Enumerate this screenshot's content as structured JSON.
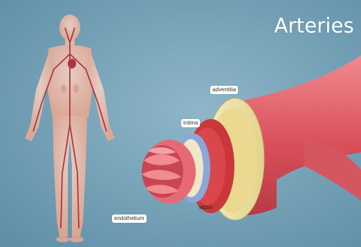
{
  "title": "Arteries",
  "labels": {
    "adventitia": "adventitia",
    "intima": "intima",
    "media": "MEDIA",
    "endothelium": "endothelium"
  },
  "colors": {
    "background": "#6b9bb3",
    "adventitia": "#ece2a3",
    "media": "#c9373b",
    "intima": "#8aa7d8",
    "vessel": "#e0606a",
    "body": "#eebfae"
  }
}
